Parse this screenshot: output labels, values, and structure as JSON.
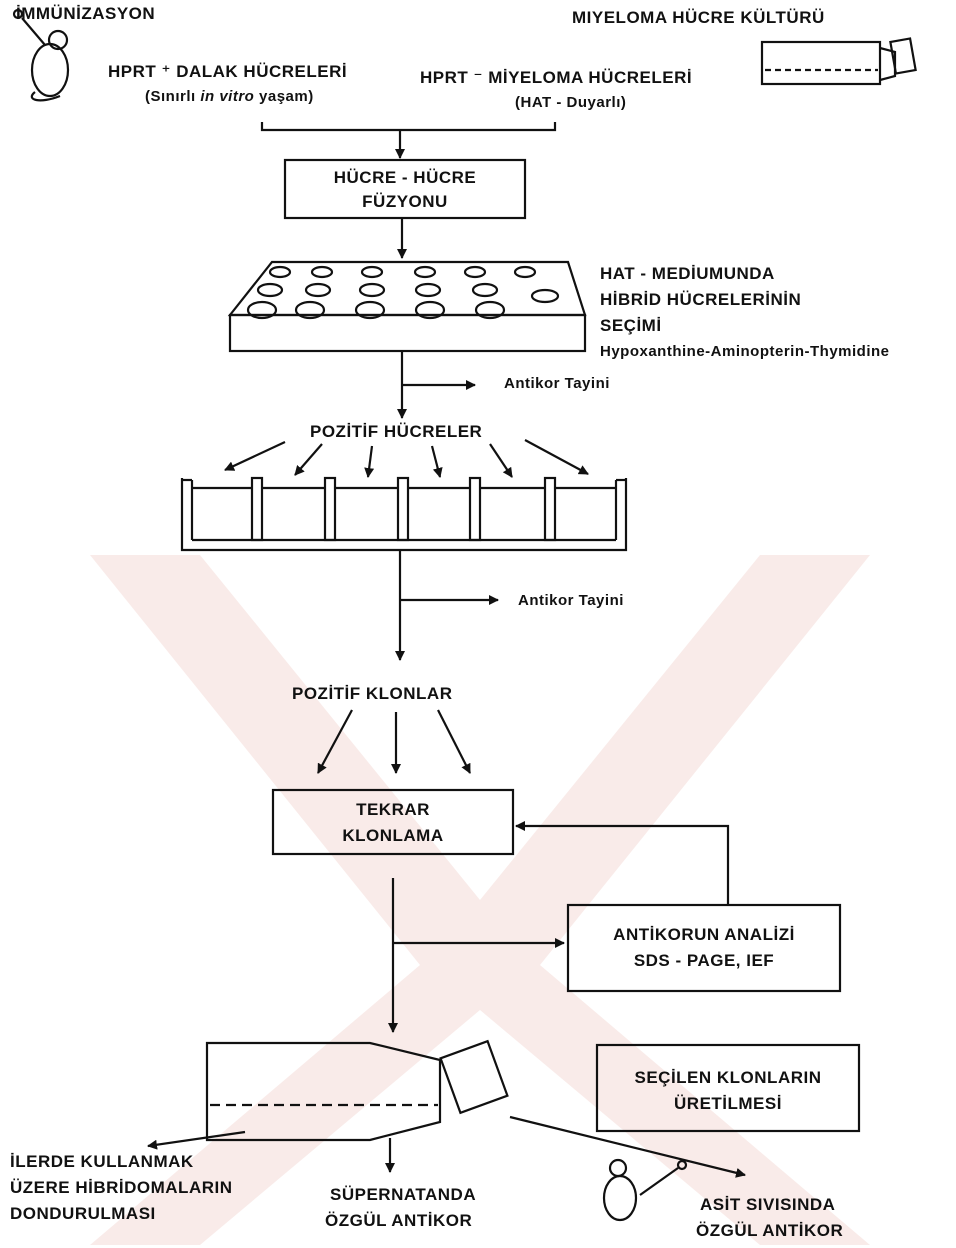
{
  "labels": {
    "immunization": "İMMÜNİZASYON",
    "myeloma_culture": "MIYELOMA HÜCRE KÜLTÜRÜ",
    "spleen_cells": "HPRT ⁺ DALAK HÜCRELERİ",
    "spleen_note_pre": "(Sınırlı ",
    "spleen_note_italic": "in vitro",
    "spleen_note_post": " yaşam)",
    "myeloma_cells": "HPRT ⁻ MİYELOMA HÜCRELERİ",
    "myeloma_note": "(HAT - Duyarlı)",
    "fusion_line1": "HÜCRE - HÜCRE",
    "fusion_line2": "FÜZYONU",
    "selection_line1": "HAT - MEDİUMUNDA",
    "selection_line2": "HİBRİD HÜCRELERİNİN",
    "selection_line3": "SEÇİMİ",
    "hat_expansion": "Hypoxanthine-Aminopterin-Thymidine",
    "antibody_test_1": "Antikor Tayini",
    "positive_cells": "POZİTİF HÜCRELER",
    "antibody_test_2": "Antikor Tayini",
    "positive_clones": "POZİTİF KLONLAR",
    "recloning_line1": "TEKRAR",
    "recloning_line2": "KLONLAMA",
    "analysis_line1": "ANTİKORUN ANALİZİ",
    "analysis_line2": "SDS - PAGE, IEF",
    "production_line1": "SEÇİLEN KLONLARIN",
    "production_line2": "ÜRETİLMESİ",
    "freezing_line1": "İLERDE KULLANMAK",
    "freezing_line2": "ÜZERE HİBRİDOMALARIN",
    "freezing_line3": "DONDURULMASI",
    "supernatant_line1": "SÜPERNATANDA",
    "supernatant_line2": "ÖZGÜL ANTİKOR",
    "ascites_line1": "ASİT SIVISINDA",
    "ascites_line2": "ÖZGÜL ANTİKOR"
  }
}
